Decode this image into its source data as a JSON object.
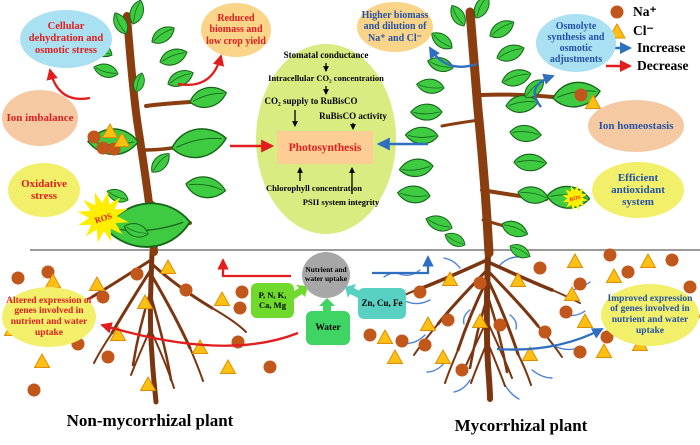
{
  "legend": {
    "na_label": "Na⁺",
    "cl_label": "Cl⁻",
    "increase_label": "Increase",
    "decrease_label": "Decrease"
  },
  "left_plant": {
    "title": "Non-mycorrhizal plant",
    "ros": "ROS",
    "bubbles": {
      "cellular": "Cellular dehydration and osmotic stress",
      "reduced": "Reduced biomass and low crop yield",
      "ion_imbalance": "Ion imbalance",
      "oxidative": "Oxidative stress",
      "altered": "Altered expression of genes involved in nutrient and water uptake"
    }
  },
  "right_plant": {
    "title": "Mycorrhizal plant",
    "ros": "ROS",
    "bubbles": {
      "higher": "Higher biomass and dilution of Na⁺ and Cl⁻",
      "osmolyte": "Osmolyte synthesis and osmotic adjustments",
      "ion_homeostasis": "Ion homeostasis",
      "antioxidant": "Efficient antioxidant system",
      "improved": "Improved expression of genes involved in nutrient and water uptake"
    }
  },
  "pathway": {
    "stomatal": "Stomatal conductance",
    "intracellular": "Intracellular CO₂ concentration",
    "co2_supply": "CO₂ supply to RuBisCO",
    "rubisco": "RuBisCO activity",
    "photosynthesis": "Photosynthesis",
    "chlorophyll": "Chlorophyll concentration",
    "psii": "PSII system integrity"
  },
  "soil": {
    "uptake_circle": "Nutrient and water uptake",
    "macronutrients": "P, N, K, Ca, Mg",
    "water": "Water",
    "micronutrients": "Zn, Cu, Fe"
  },
  "colors": {
    "na": "#c2571c",
    "cl": "#ffc014",
    "increase": "#2f6fbf",
    "decrease": "#e11d1d",
    "leaf": "#3ecb42",
    "trunk": "#8a3e10",
    "hyphae": "#4b82d8",
    "photosynthesis_box": "#fcce96",
    "pathway_ellipse": "#d8ec82"
  }
}
